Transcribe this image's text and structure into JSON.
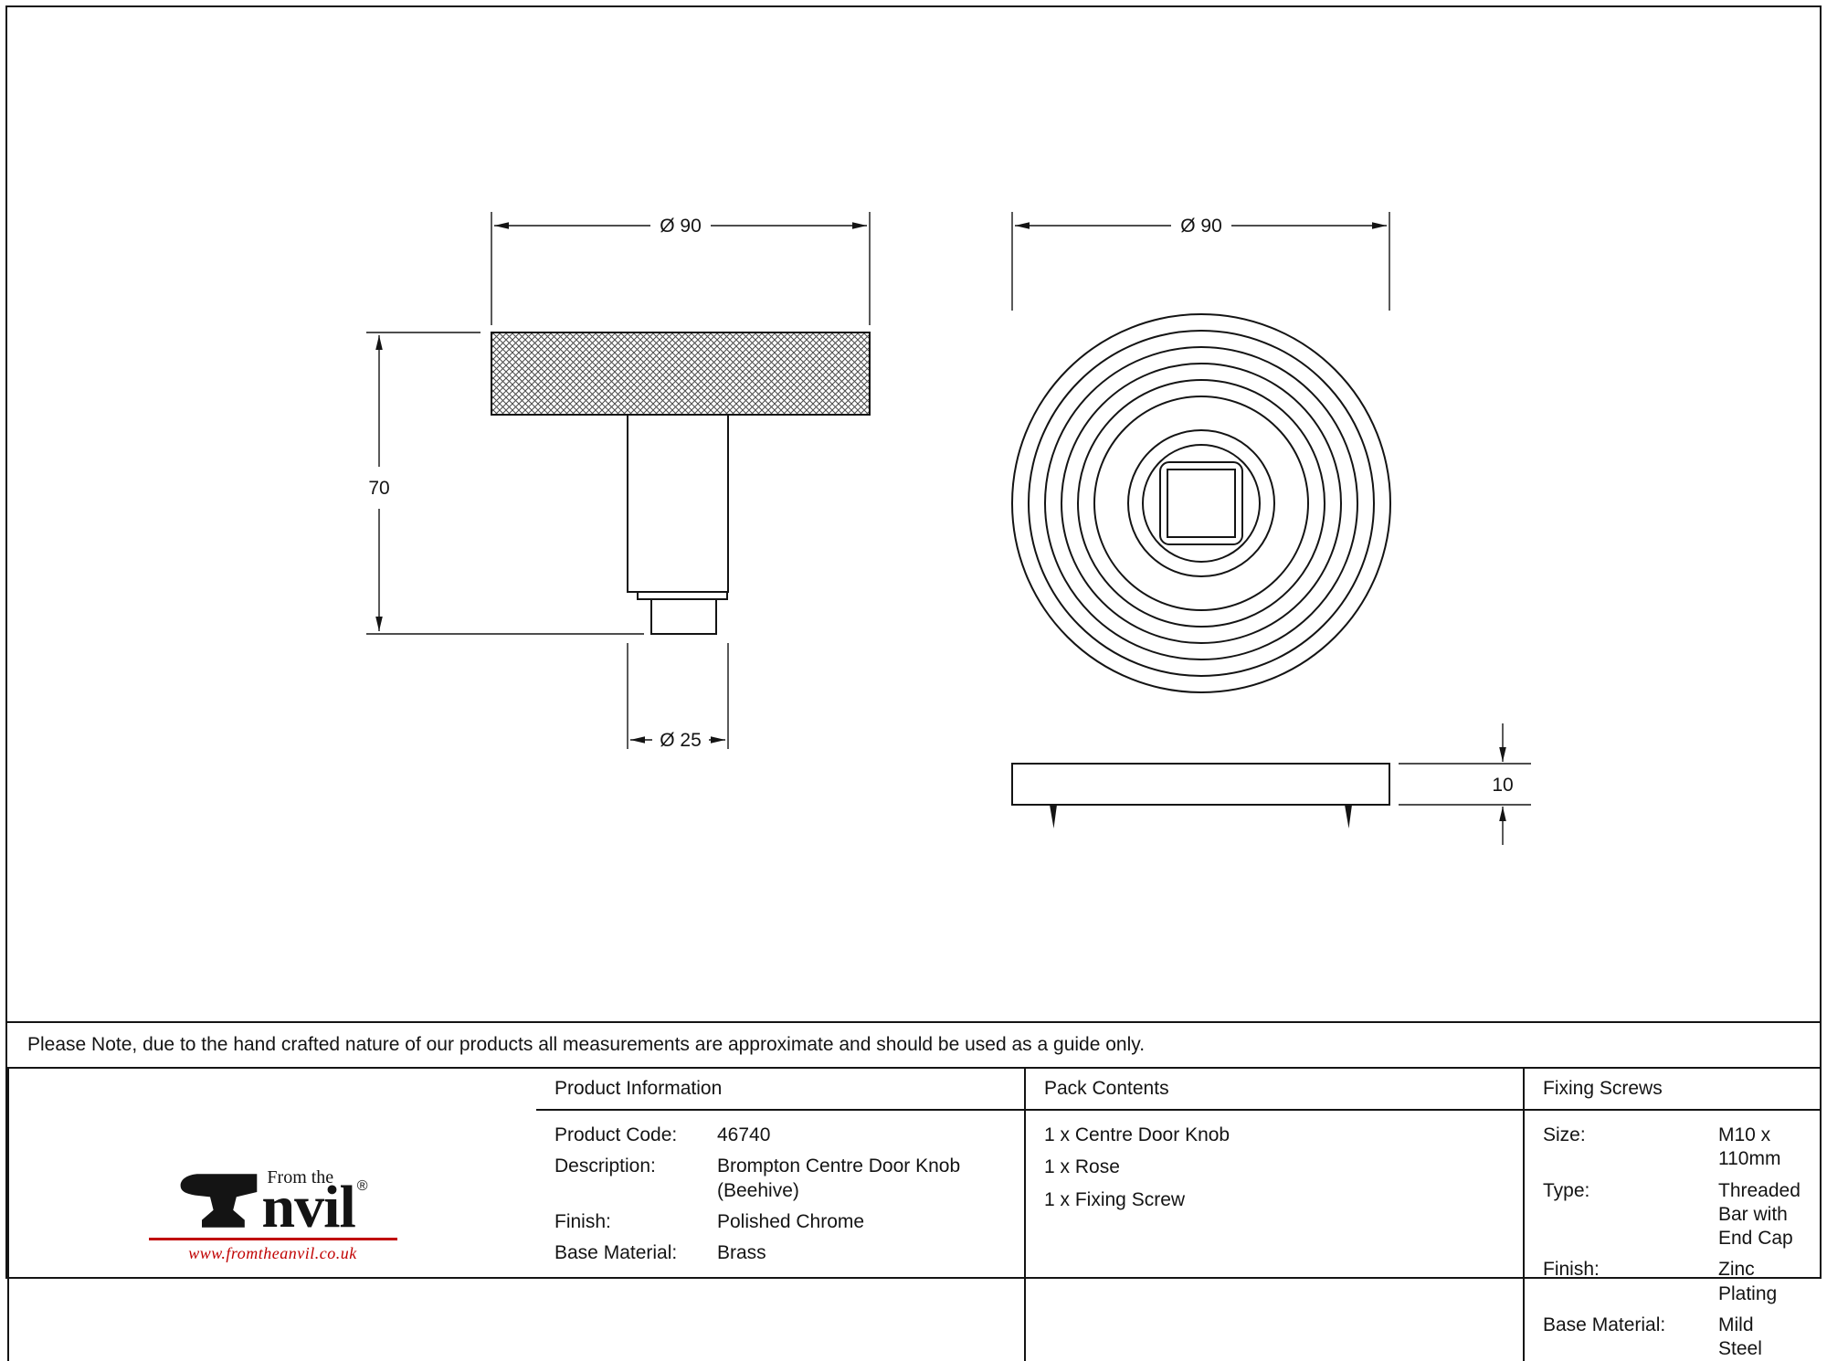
{
  "page": {
    "note": "Please Note, due to the hand crafted nature of our products all measurements are approximate and should be used as a guide only."
  },
  "drawings": {
    "knob_side_view": {
      "diameter_label": "Ø 90",
      "height_label": "70",
      "stem_diameter_label": "Ø 25"
    },
    "rose_front_view": {
      "diameter_label": "Ø 90"
    },
    "rose_profile_view": {
      "thickness_label": "10"
    }
  },
  "tables": {
    "product_information": {
      "header": "Product Information",
      "rows": [
        {
          "label": "Product Code:",
          "value": "46740"
        },
        {
          "label": "Description:",
          "value": "Brompton Centre Door Knob (Beehive)"
        },
        {
          "label": "Finish:",
          "value": "Polished Chrome"
        },
        {
          "label": "Base Material:",
          "value": "Brass"
        }
      ]
    },
    "pack_contents": {
      "header": "Pack Contents",
      "items": [
        "1 x Centre Door Knob",
        "1 x Rose",
        "1 x Fixing Screw"
      ]
    },
    "fixing_screws": {
      "header": "Fixing Screws",
      "rows": [
        {
          "label": "Size:",
          "value": "M10 x 110mm"
        },
        {
          "label": "Type:",
          "value": "Threaded Bar with End Cap"
        },
        {
          "label": "Finish:",
          "value": "Zinc Plating"
        },
        {
          "label": "Base Material:",
          "value": "Mild Steel"
        }
      ]
    }
  },
  "logo": {
    "tagline": "From the",
    "brand": "Anvil",
    "brand_after_icon": "nvil",
    "registered_mark": "®",
    "website": "www.fromtheanvil.co.uk",
    "accent_color": "#c00000"
  },
  "colors": {
    "line": "#141414",
    "background": "#ffffff",
    "accent": "#c00000"
  }
}
